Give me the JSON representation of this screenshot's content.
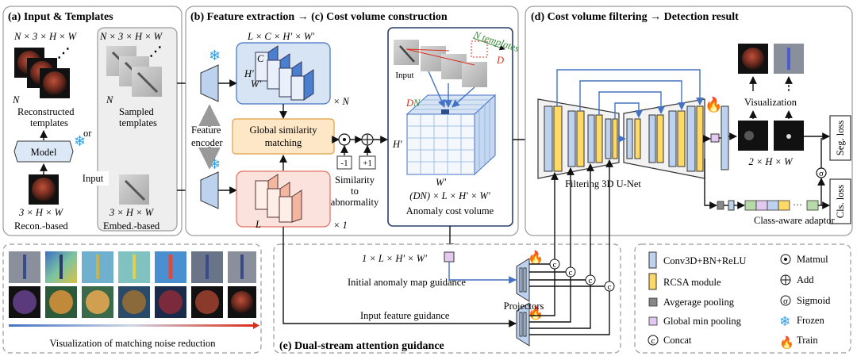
{
  "panels": {
    "a_title": "(a) Input & Templates",
    "b_title": "(b) Feature extraction → (c) Cost volume construction",
    "d_title": "(d) Cost volume filtering → Detection result",
    "e_title": "(e) Dual-stream attention guidance"
  },
  "input_templates": {
    "dim_top_left": "N × 3 × H × W",
    "dim_top_right": "N × 3 × H × W",
    "n_left": "N",
    "n_right": "N",
    "reconstructed": [
      "Reconstructed",
      "templates"
    ],
    "sampled": [
      "Sampled",
      "templates"
    ],
    "or": "or",
    "model": "Model",
    "input": "Input",
    "dim_bottom_left": "3 × H × W",
    "dim_bottom_right": "3 × H × W",
    "recon_based": "Recon.-based",
    "embed_based": "Embed.-based"
  },
  "feature_extraction": {
    "dim_feat": "L × C × H′ × W′",
    "c": "C",
    "h": "H′",
    "w": "W′",
    "times_n": "× N",
    "feature_encoder": [
      "Feature",
      "encoder"
    ],
    "global_similarity": [
      "Global similarity",
      "matching"
    ],
    "l": "L",
    "times_1": "× 1",
    "minus_one": "-1",
    "plus_one": "+1",
    "similarity_to_abnormality": [
      "Similarity",
      "to",
      "abnormality"
    ]
  },
  "cost_volume": {
    "n_templates": "N templates",
    "input": "Input",
    "d": "D",
    "dn_d": "D",
    "dn_n": "N",
    "h": "H′",
    "w": "W′",
    "dims": "(DN) × L × H′ × W′",
    "label": "Anomaly cost volume"
  },
  "filtering": {
    "visualization": "Visualization",
    "unet_label": "Filtering 3D U-Net",
    "output_dim": "2 × H × W",
    "adaptor": "Class-aware adaptor",
    "seg_loss": "Seg. loss",
    "cls_loss": "Cls. loss"
  },
  "noise": {
    "label": "Visualization of matching noise reduction"
  },
  "guidance": {
    "dim": "1 × L × H′ × W′",
    "initial_map": "Initial anomaly map guidance",
    "input_feature": "Input feature guidance",
    "projectors": "Projectors",
    "c": "c"
  },
  "legend": {
    "conv": "Conv3D+BN+ReLU",
    "rcsa": "RCSA module",
    "avgpool": "Avgerage pooling",
    "minpool": "Global min pooling",
    "concat": "Concat",
    "matmul": "Matmul",
    "add": "Add",
    "sigmoid": "Sigmoid",
    "frozen": "Frozen",
    "train": "Train"
  },
  "colors": {
    "conv_block": "#bcd2ee",
    "rcsa_block": "#ffd966",
    "minpool": "#e3c8f0",
    "frozen": "#2f9ee6",
    "train": "#f26b1d",
    "guidance_line": "#4472c4"
  }
}
